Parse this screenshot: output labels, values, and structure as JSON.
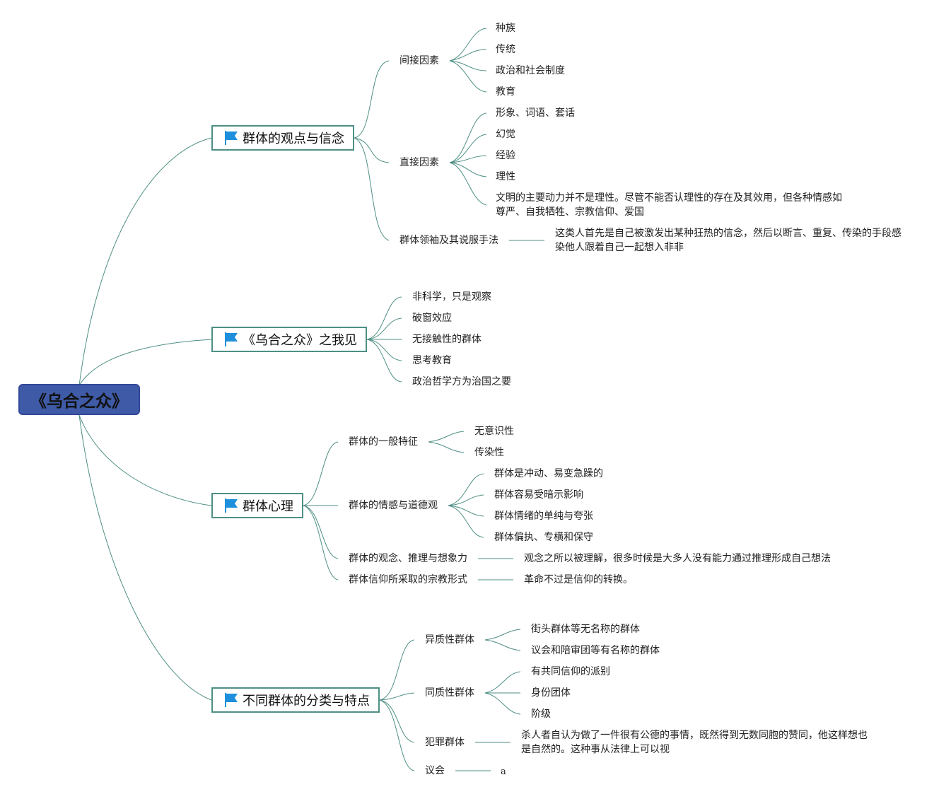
{
  "root": "《乌合之众》",
  "topics": {
    "t1": "群体的观点与信念",
    "t2": "《乌合之众》之我见",
    "t3": "群体心理",
    "t4": "不同群体的分类与特点"
  },
  "t1": {
    "indirect": {
      "label": "间接因素",
      "items": [
        "种族",
        "传统",
        "政治和社会制度",
        "教育"
      ]
    },
    "direct": {
      "label": "直接因素",
      "items": [
        "形象、词语、套话",
        "幻觉",
        "经验",
        "理性",
        "文明的主要动力并不是理性。尽管不能否认理性的存在及其效用，但各种情感如尊严、自我牺牲、宗教信仰、爱国"
      ]
    },
    "leader": {
      "label": "群体领袖及其说服手法",
      "note": "这类人首先是自己被激发出某种狂热的信念，然后以断言、重复、传染的手段感染他人跟着自己一起想入非非"
    }
  },
  "t2": {
    "items": [
      "非科学，只是观察",
      "破窗效应",
      "无接触性的群体",
      "思考教育",
      "政治哲学方为治国之要"
    ]
  },
  "t3": {
    "general": {
      "label": "群体的一般特征",
      "items": [
        "无意识性",
        "传染性"
      ]
    },
    "emotion": {
      "label": "群体的情感与道德观",
      "items": [
        "群体是冲动、易变急躁的",
        "群体容易受暗示影响",
        "群体情绪的单纯与夸张",
        "群体偏执、专横和保守"
      ]
    },
    "idea": {
      "label": "群体的观念、推理与想象力",
      "note": "观念之所以被理解，很多时候是大多人没有能力通过推理形成自己想法"
    },
    "belief": {
      "label": "群体信仰所采取的宗教形式",
      "note": "革命不过是信仰的转换。"
    }
  },
  "t4": {
    "hetero": {
      "label": "异质性群体",
      "items": [
        "街头群体等无名称的群体",
        "议会和陪审团等有名称的群体"
      ]
    },
    "homo": {
      "label": "同质性群体",
      "items": [
        "有共同信仰的派别",
        "身份团体",
        "阶级"
      ]
    },
    "crime": {
      "label": "犯罪群体",
      "note": "杀人者自认为做了一件很有公德的事情，既然得到无数同胞的赞同，他这样想也是自然的。这种事从法律上可以视"
    },
    "parliament": {
      "label": "议会",
      "note": "a"
    }
  },
  "colors": {
    "line": "#4e8f85",
    "root_bg": "#3f5aa6",
    "flag": "#1e8fdc"
  },
  "icons": {
    "topic_marker": "flag-icon"
  }
}
